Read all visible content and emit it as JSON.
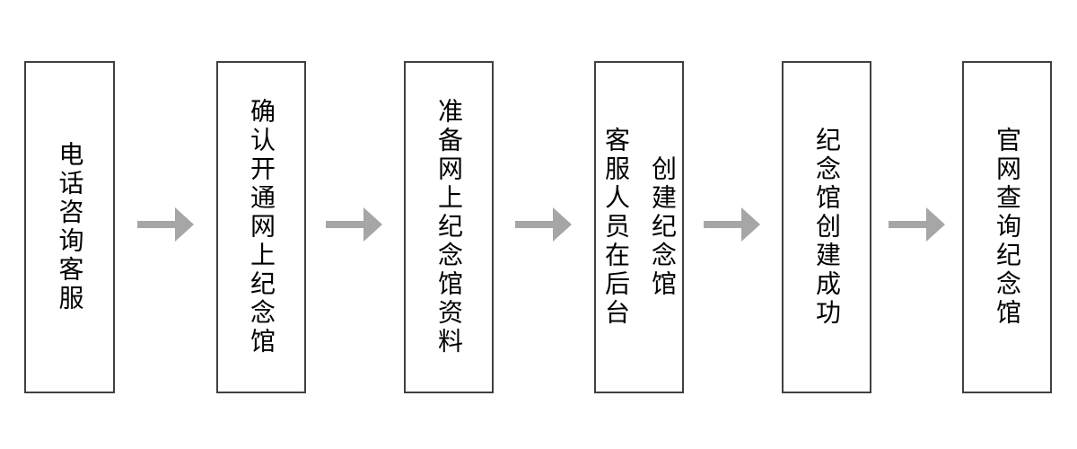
{
  "flowchart": {
    "type": "horizontal-process-flow",
    "direction": "left-to-right",
    "text_orientation": "vertical",
    "steps": [
      {
        "label": "电话咨询客服",
        "lines": [
          "电话咨询客服"
        ]
      },
      {
        "label": "确认开通网上纪念馆",
        "lines": [
          "确认开通网上纪念馆"
        ]
      },
      {
        "label": "准备网上纪念馆资料",
        "lines": [
          "准备网上纪念馆资料"
        ]
      },
      {
        "label": "客服人员在后台创建纪念馆",
        "lines": [
          "客服人员在后台",
          "创建纪念馆"
        ]
      },
      {
        "label": "纪念馆创建成功",
        "lines": [
          "纪念馆创建成功"
        ]
      },
      {
        "label": "官网查询纪念馆",
        "lines": [
          "官网查询纪念馆"
        ]
      }
    ],
    "connector": "right-arrow",
    "colors": {
      "background": "#ffffff",
      "box_fill": "#ffffff",
      "box_border": "#404040",
      "text": "#000000",
      "arrow": "#a6a6a6"
    }
  }
}
